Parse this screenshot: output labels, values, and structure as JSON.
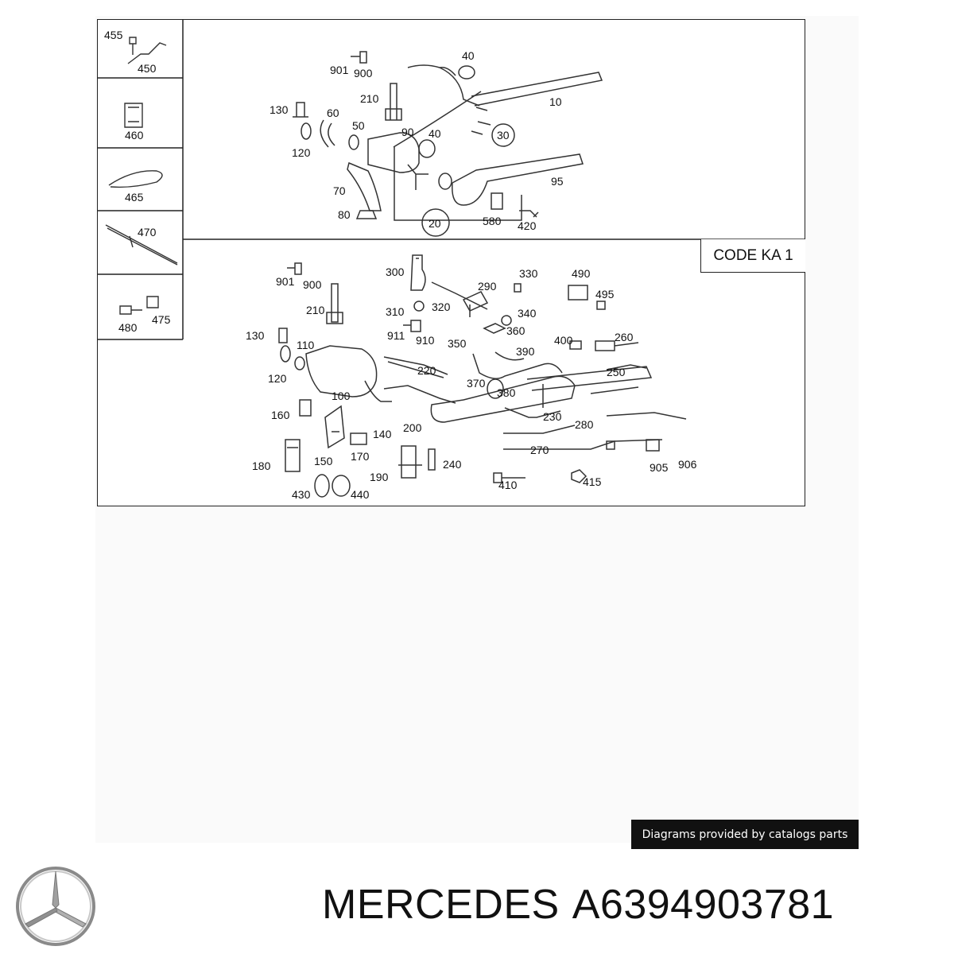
{
  "diagram": {
    "code_label": "CODE KA 1",
    "side_panel_labels": [
      {
        "a": "455",
        "b": "450"
      },
      {
        "a": "460"
      },
      {
        "a": "465"
      },
      {
        "a": "470"
      },
      {
        "a": "480",
        "b": "475"
      }
    ],
    "top_labels": {
      "l901": "901",
      "l900": "900",
      "l210": "210",
      "l130": "130",
      "l60": "60",
      "l50": "50",
      "l90": "90",
      "l40a": "40",
      "l40b": "40",
      "l10": "10",
      "l30": "30",
      "l120": "120",
      "l95": "95",
      "l70": "70",
      "l80": "80",
      "l20": "20",
      "l580": "580",
      "l420": "420"
    },
    "bottom_labels": {
      "l901": "901",
      "l900": "900",
      "l300": "300",
      "l290": "290",
      "l330": "330",
      "l490": "490",
      "l495": "495",
      "l210": "210",
      "l310": "310",
      "l320": "320",
      "l340": "340",
      "l911": "911",
      "l910": "910",
      "l360": "360",
      "l130": "130",
      "l350": "350",
      "l400": "400",
      "l260": "260",
      "l110": "110",
      "l390": "390",
      "l220": "220",
      "l250": "250",
      "l120": "120",
      "l370": "370",
      "l380": "380",
      "l100": "100",
      "l160": "160",
      "l230": "230",
      "l280": "280",
      "l140": "140",
      "l200": "200",
      "l270": "270",
      "l170": "170",
      "l240": "240",
      "l180": "180",
      "l150": "150",
      "l905": "905",
      "l906": "906",
      "l190": "190",
      "l410": "410",
      "l415": "415",
      "l430": "430",
      "l440": "440"
    }
  },
  "footer": {
    "credit": "Diagrams provided by catalogs parts",
    "brand": "MERCEDES",
    "part_number": "A6394903781"
  },
  "icons": {
    "brand_logo": "mercedes-star-icon"
  }
}
